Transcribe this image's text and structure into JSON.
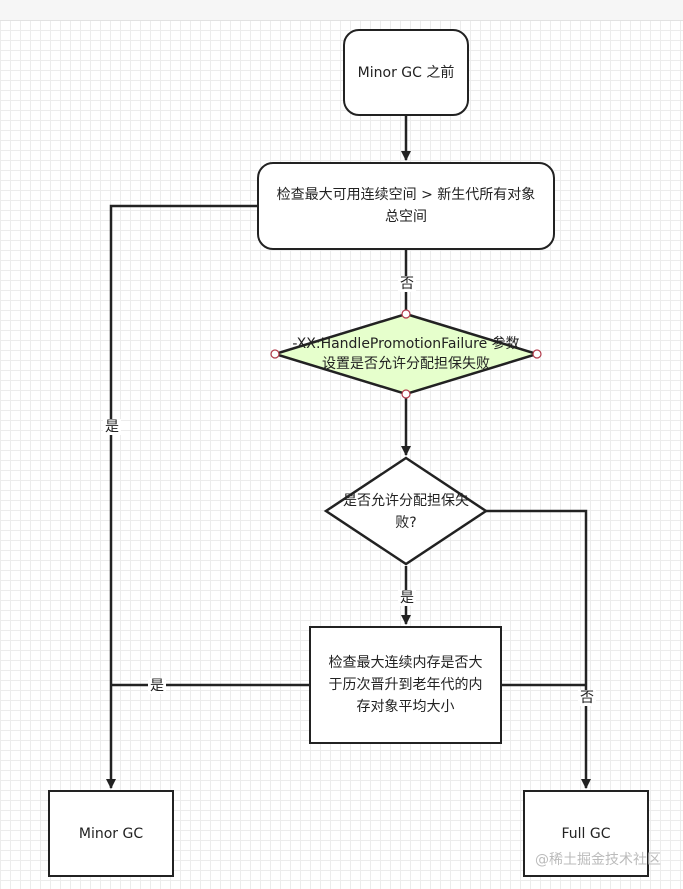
{
  "nodes": {
    "start": "Minor GC 之前",
    "check_space": "检查最大可用连续空间 > 新生代所有对象总空间",
    "param": "-XX:HandlePromotionFailure 参数设置是否允许分配担保失败",
    "allow": "是否允许分配担保失败?",
    "check_avg": "检查最大连续内存是否大于历次晋升到老年代的内存对象平均大小",
    "minor": "Minor GC",
    "full": "Full GC"
  },
  "labels": {
    "no": "否",
    "yes": "是"
  },
  "watermark": "@稀土掘金技术社区",
  "colors": {
    "line": "#222222",
    "diamond_fill": "#e6ffcc",
    "handle": "#b03a4a"
  }
}
